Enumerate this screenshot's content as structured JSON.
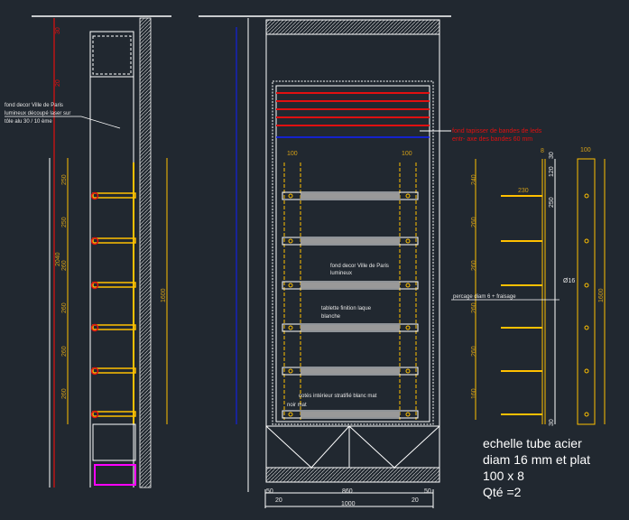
{
  "notes": {
    "left_note": [
      "fond decor Ville de Paris",
      "lumineux découpé laser sur",
      "tôle alu 30 / 10 ème"
    ],
    "red_note": [
      "fond tapisser de bandes de leds",
      "entr- axe des bandes 60 mm"
    ],
    "fond_note": [
      "fond decor Ville de Paris",
      "lumineux"
    ],
    "tablette_note": [
      "tablette finition laque",
      "blanche"
    ],
    "cotes_note": [
      "cotés intérieur stratifié blanc mat",
      "noir mat"
    ],
    "percage_note": "percage diam 6 + fraisage",
    "diam_label": "Ø16",
    "spec": [
      "echelle tube acier",
      "diam 16 mm et plat",
      "100 x 8",
      "Qté =2"
    ]
  },
  "dims": {
    "left_steps": [
      "250",
      "250",
      "260",
      "260",
      "260",
      "260"
    ],
    "left_total": "2040",
    "left_height": "1600",
    "left_top": [
      "30",
      "20"
    ],
    "bottom": {
      "side_l": "50",
      "inner": "860",
      "side_r": "50",
      "gap_l": "20",
      "gap_r": "20",
      "total": "1000"
    },
    "top_widths": [
      "100",
      "100"
    ],
    "right_steps": [
      "240",
      "260",
      "260",
      "260",
      "260",
      "160"
    ],
    "right_marks": [
      "120",
      "250",
      "30",
      "30",
      "8",
      "230",
      "100"
    ],
    "right_height": "1600"
  },
  "colors": {
    "background": "#212830",
    "yellow": "#ffc000",
    "blue": "#1020ff",
    "red": "#e01010",
    "magenta": "#ff00ff"
  }
}
